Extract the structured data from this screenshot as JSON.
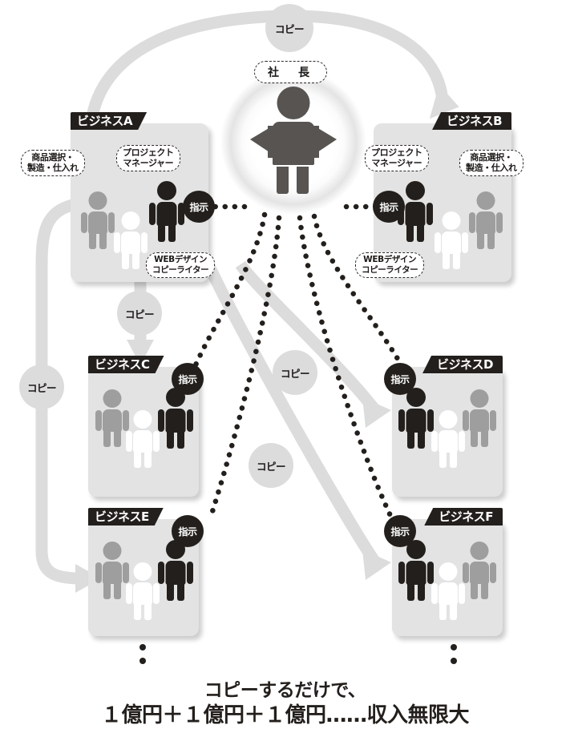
{
  "diagram": {
    "president": {
      "label": "社　長",
      "icon": "president-figure"
    },
    "caption": {
      "line1": "コピーするだけで、",
      "line2": "１億円＋１億円＋１億円……収入無限大"
    },
    "role_labels": {
      "product": "商品選択・\n製造・仕入れ",
      "product_l1": "商品選択・",
      "product_l2": "製造・仕入れ",
      "manager_l1": "プロジェクト",
      "manager_l2": "マネージャー",
      "web_l1": "WEBデザイン",
      "web_l2": "コピーライター"
    },
    "instruction_badge": "指示",
    "copy_label": "コピー",
    "boxes": [
      {
        "id": "A",
        "title": "ビジネスA",
        "tab_side": "left",
        "detailed": true
      },
      {
        "id": "B",
        "title": "ビジネスB",
        "tab_side": "right",
        "detailed": true
      },
      {
        "id": "C",
        "title": "ビジネスC",
        "tab_side": "left",
        "detailed": false
      },
      {
        "id": "D",
        "title": "ビジネスD",
        "tab_side": "right",
        "detailed": false
      },
      {
        "id": "E",
        "title": "ビジネスE",
        "tab_side": "left",
        "detailed": false
      },
      {
        "id": "F",
        "title": "ビジネスF",
        "tab_side": "right",
        "detailed": false
      }
    ],
    "copy_nodes": [
      {
        "id": "top",
        "label": "コピー"
      },
      {
        "id": "a-to-c",
        "label": "コピー"
      },
      {
        "id": "a-to-e",
        "label": "コピー"
      },
      {
        "id": "b-to-d",
        "label": "コピー"
      },
      {
        "id": "b-to-f",
        "label": "コピー"
      }
    ],
    "colors": {
      "box_fill": "#e3e3e3",
      "tab_dark": "#231f1c",
      "arrow_gray": "#dcdcdc",
      "person_gray": "#9e9e9e",
      "person_dark": "#231f1c",
      "person_white": "#ffffff",
      "president_gray": "#575451",
      "dotted_line": "#231f1c"
    }
  }
}
